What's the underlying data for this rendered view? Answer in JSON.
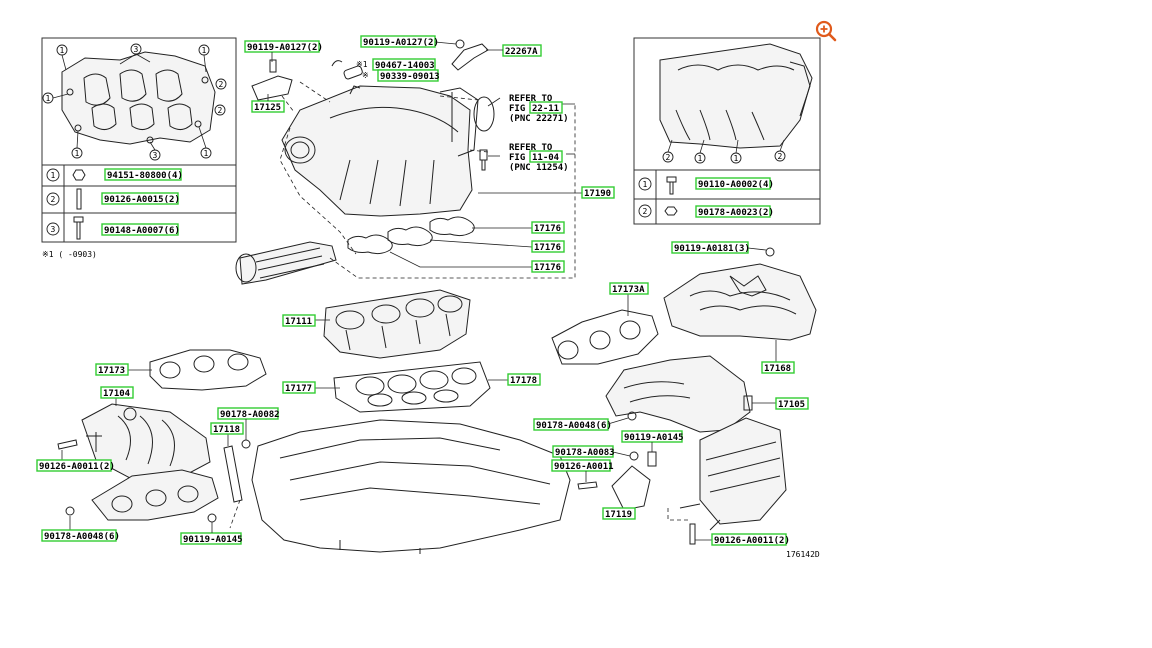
{
  "diagram": {
    "id_code": "176142D",
    "zoom_icon": "zoom-in-icon",
    "accent_color": "#33cc33",
    "zoom_color": "#e05a1c",
    "refer_1": {
      "line1": "REFER TO",
      "fig_prefix": "FIG",
      "fig": "22-11",
      "pnc": "(PNC 22271)"
    },
    "refer_2": {
      "line1": "REFER TO",
      "fig_prefix": "FIG",
      "fig": "11-04",
      "pnc": "(PNC 11254)"
    },
    "footnote": "※1 (      -0903)",
    "mark_1": "※1",
    "mark_2": "※",
    "left_table": [
      {
        "num": "1",
        "part": "94151-80800(4)"
      },
      {
        "num": "2",
        "part": "90126-A0015(2)"
      },
      {
        "num": "3",
        "part": "90148-A0007(6)"
      }
    ],
    "right_table": [
      {
        "num": "1",
        "part": "90110-A0002(4)"
      },
      {
        "num": "2",
        "part": "90178-A0023(2)"
      }
    ],
    "callouts": {
      "c1": "1",
      "c2": "2",
      "c3": "3"
    },
    "labels": {
      "p90119_a0127_left": "90119-A0127(2)",
      "p90119_a0127_top": "90119-A0127(2)",
      "p22267a": "22267A",
      "p90467": "90467-14003",
      "p90339": "90339-09013",
      "p17125": "17125",
      "p17190": "17190",
      "p17176_1": "17176",
      "p17176_2": "17176",
      "p17176_3": "17176",
      "p17111": "17111",
      "p17177": "17177",
      "p17178": "17178",
      "p17173": "17173",
      "p17104": "17104",
      "p90178_a0082": "90178-A0082",
      "p17118": "17118",
      "p90126_a0011_left": "90126-A0011(2)",
      "p90178_a0048_left": "90178-A0048(6)",
      "p90119_a0145_left": "90119-A0145",
      "p17173a": "17173A",
      "p90119_a0181": "90119-A0181(3)",
      "p17168": "17168",
      "p17105": "17105",
      "p90178_a0048_right": "90178-A0048(6)",
      "p90119_a0145_right": "90119-A0145",
      "p90178_a0083": "90178-A0083",
      "p90126_a0011_mid": "90126-A0011",
      "p17119": "17119",
      "p90126_a0011_right": "90126-A0011(2)"
    }
  }
}
